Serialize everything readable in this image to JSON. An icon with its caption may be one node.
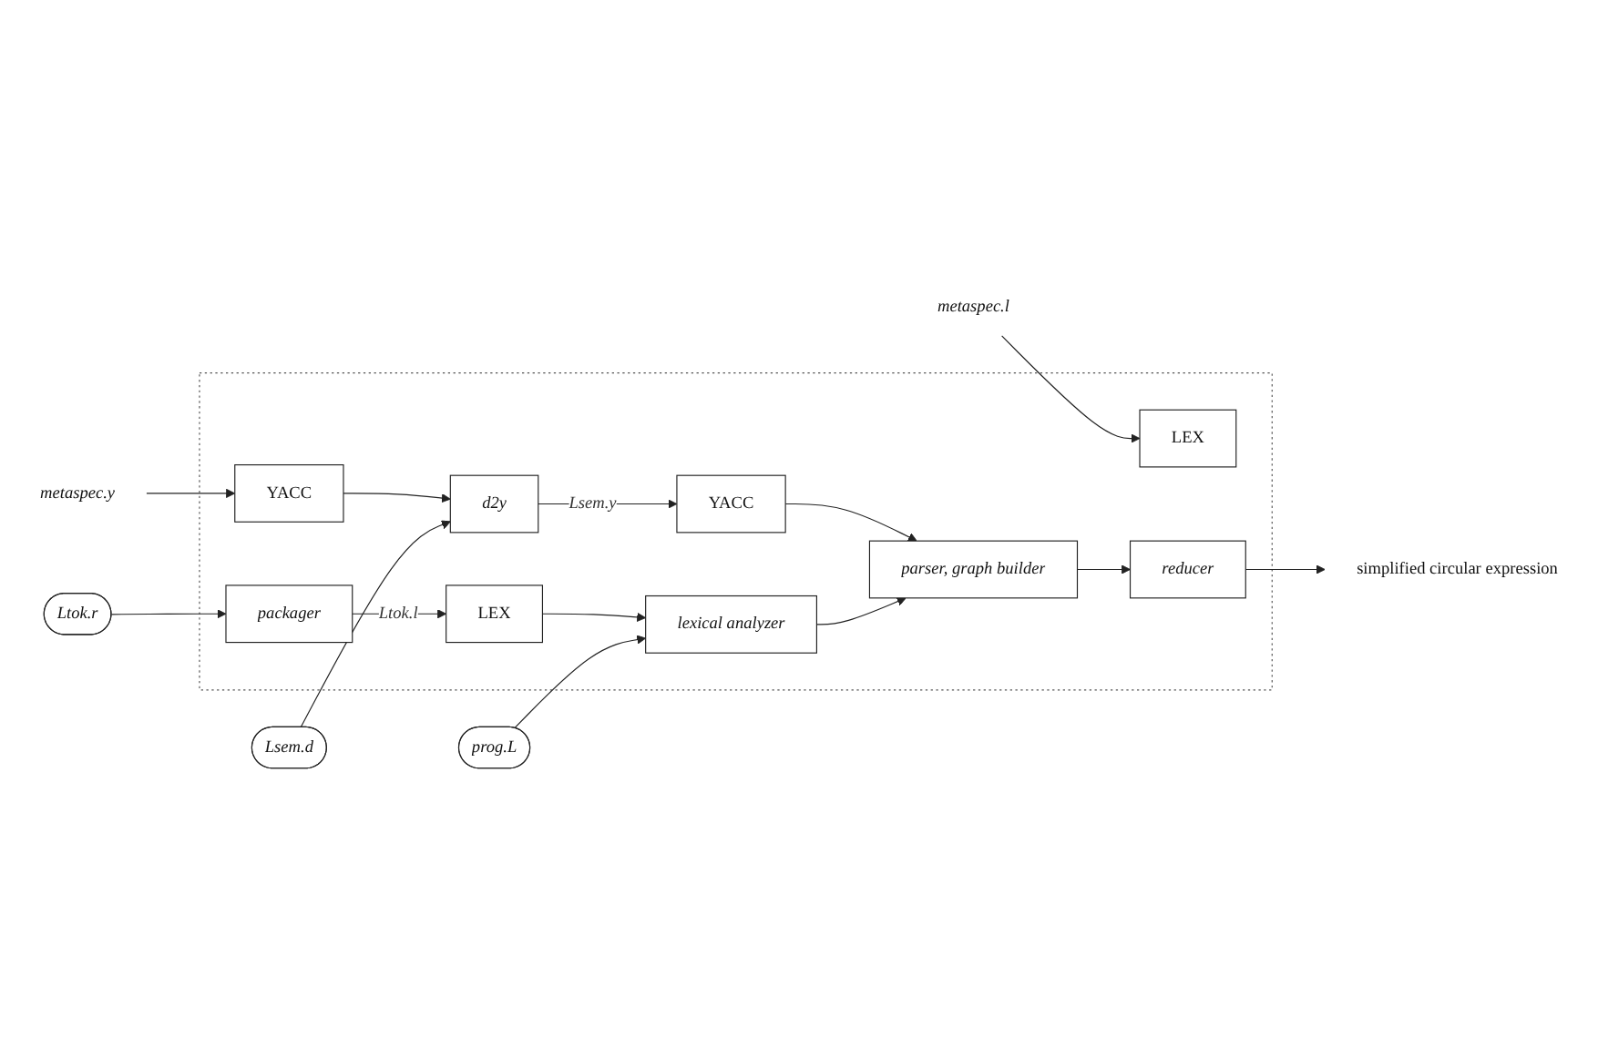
{
  "diagram": {
    "nodes": [
      {
        "text": [],
        "shape": "box"
      },
      {
        "text": [
          "LEX"
        ],
        "in": 0
      },
      {
        "text": [
          "YACC"
        ],
        "in": 0
      },
      {
        "text": [
          "metaspec.l"
        ]
      },
      {
        "text": [
          "metaspec.y"
        ]
      },
      {
        "text": [
          "Lsem.d"
        ]
      },
      {
        "text": [
          "d2y"
        ],
        "in": 0
      },
      {
        "text": [
          "YACC"
        ],
        "in": 0
      },
      {
        "text": [
          "Ltok.r"
        ]
      },
      {
        "text": [
          "packager"
        ],
        "in": 0
      },
      {
        "text": [
          "LEX"
        ],
        "in": 0
      },
      {
        "text": [
          "prog.L"
        ]
      },
      {
        "text": [
          "lexical analyzer"
        ],
        "in": 0
      },
      {
        "text": [
          "parser, graph builder"
        ],
        "in": 0
      },
      {
        "text": [
          "reducer"
        ],
        "in": 0
      },
      {
        "text": [
          "simplified circular expression"
        ]
      }
    ],
    "edges": [
      {
        "from": 3,
        "to": 1,
        "arrow": "to"
      },
      {
        "from": 4,
        "to": 2,
        "arrow": "to"
      },
      {
        "from": 2,
        "to": 6,
        "arrow": "to"
      },
      {
        "from": 5,
        "to": 6,
        "arrow": "to"
      },
      {
        "from": 6,
        "to": 7,
        "arrow": "to",
        "label": "Lsem.y"
      },
      {
        "from": 8,
        "to": 9,
        "arrow": "to"
      },
      {
        "from": 9,
        "to": 10,
        "arrow": "to",
        "label": "Ltok.l"
      },
      {
        "from": 10,
        "to": 12,
        "arrow": "to"
      },
      {
        "from": 11,
        "to": 12,
        "arrow": "to"
      },
      {
        "from": 7,
        "to": 13,
        "arrow": "to"
      },
      {
        "from": 12,
        "to": 13,
        "arrow": "to"
      },
      {
        "from": 13,
        "to": 14,
        "arrow": "to"
      },
      {
        "from": 14,
        "to": 15,
        "arrow": "to"
      }
    ]
  }
}
